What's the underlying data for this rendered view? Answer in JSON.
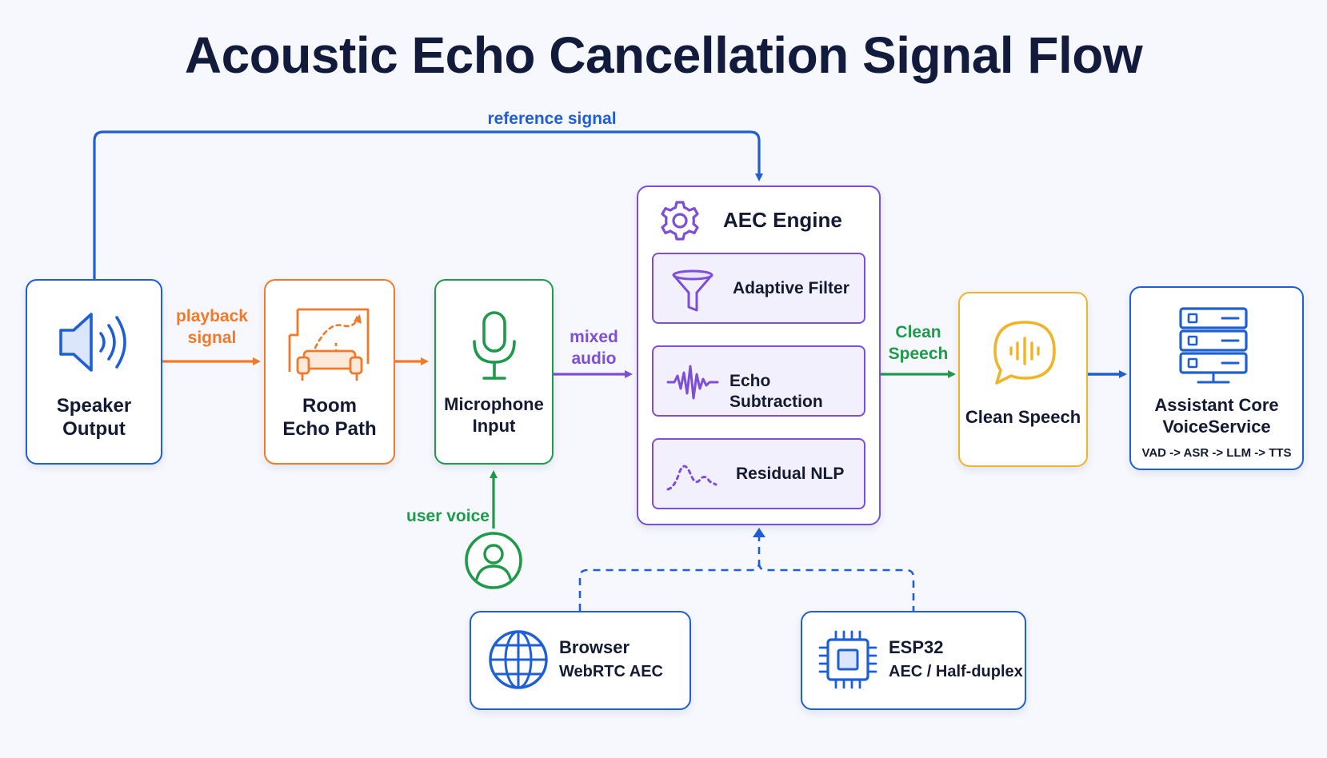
{
  "title": "Acoustic Echo Cancellation Signal Flow",
  "colors": {
    "blue": "#1f5fd6",
    "orange": "#f07a2a",
    "green": "#1f9a4a",
    "purple": "#7c4fd6",
    "yellow": "#f0b429",
    "text": "#151a33"
  },
  "nodes": {
    "speaker": {
      "line1": "Speaker",
      "line2": "Output",
      "icon": "speaker-icon"
    },
    "room": {
      "line1": "Room",
      "line2": "Echo Path",
      "icon": "room-sofa-icon"
    },
    "microphone": {
      "line1": "Microphone",
      "line2": "Input",
      "icon": "microphone-icon"
    },
    "aec": {
      "title": "AEC Engine",
      "icon": "gear-icon",
      "stages": [
        {
          "label": "Adaptive Filter",
          "icon": "funnel-icon"
        },
        {
          "label": "Echo Subtraction",
          "icon": "waveform-icon"
        },
        {
          "label": "Residual NLP",
          "icon": "dashed-wave-icon"
        }
      ]
    },
    "clean": {
      "label": "Clean Speech",
      "icon": "speech-bubble-icon"
    },
    "assistant": {
      "line1": "Assistant Core",
      "line2": "VoiceService",
      "pipeline": "VAD -> ASR -> LLM -> TTS",
      "icon": "server-icon"
    },
    "browser": {
      "line1": "Browser",
      "line2": "WebRTC AEC",
      "icon": "globe-icon"
    },
    "esp32": {
      "line1": "ESP32",
      "line2": "AEC / Half-duplex",
      "icon": "chip-icon"
    },
    "user": {
      "icon": "user-icon"
    }
  },
  "connectors": {
    "reference": "reference signal",
    "playback_1": "playback",
    "playback_2": "signal",
    "mixed_1": "mixed",
    "mixed_2": "audio",
    "clean_1": "Clean",
    "clean_2": "Speech",
    "user_voice": "user voice"
  }
}
